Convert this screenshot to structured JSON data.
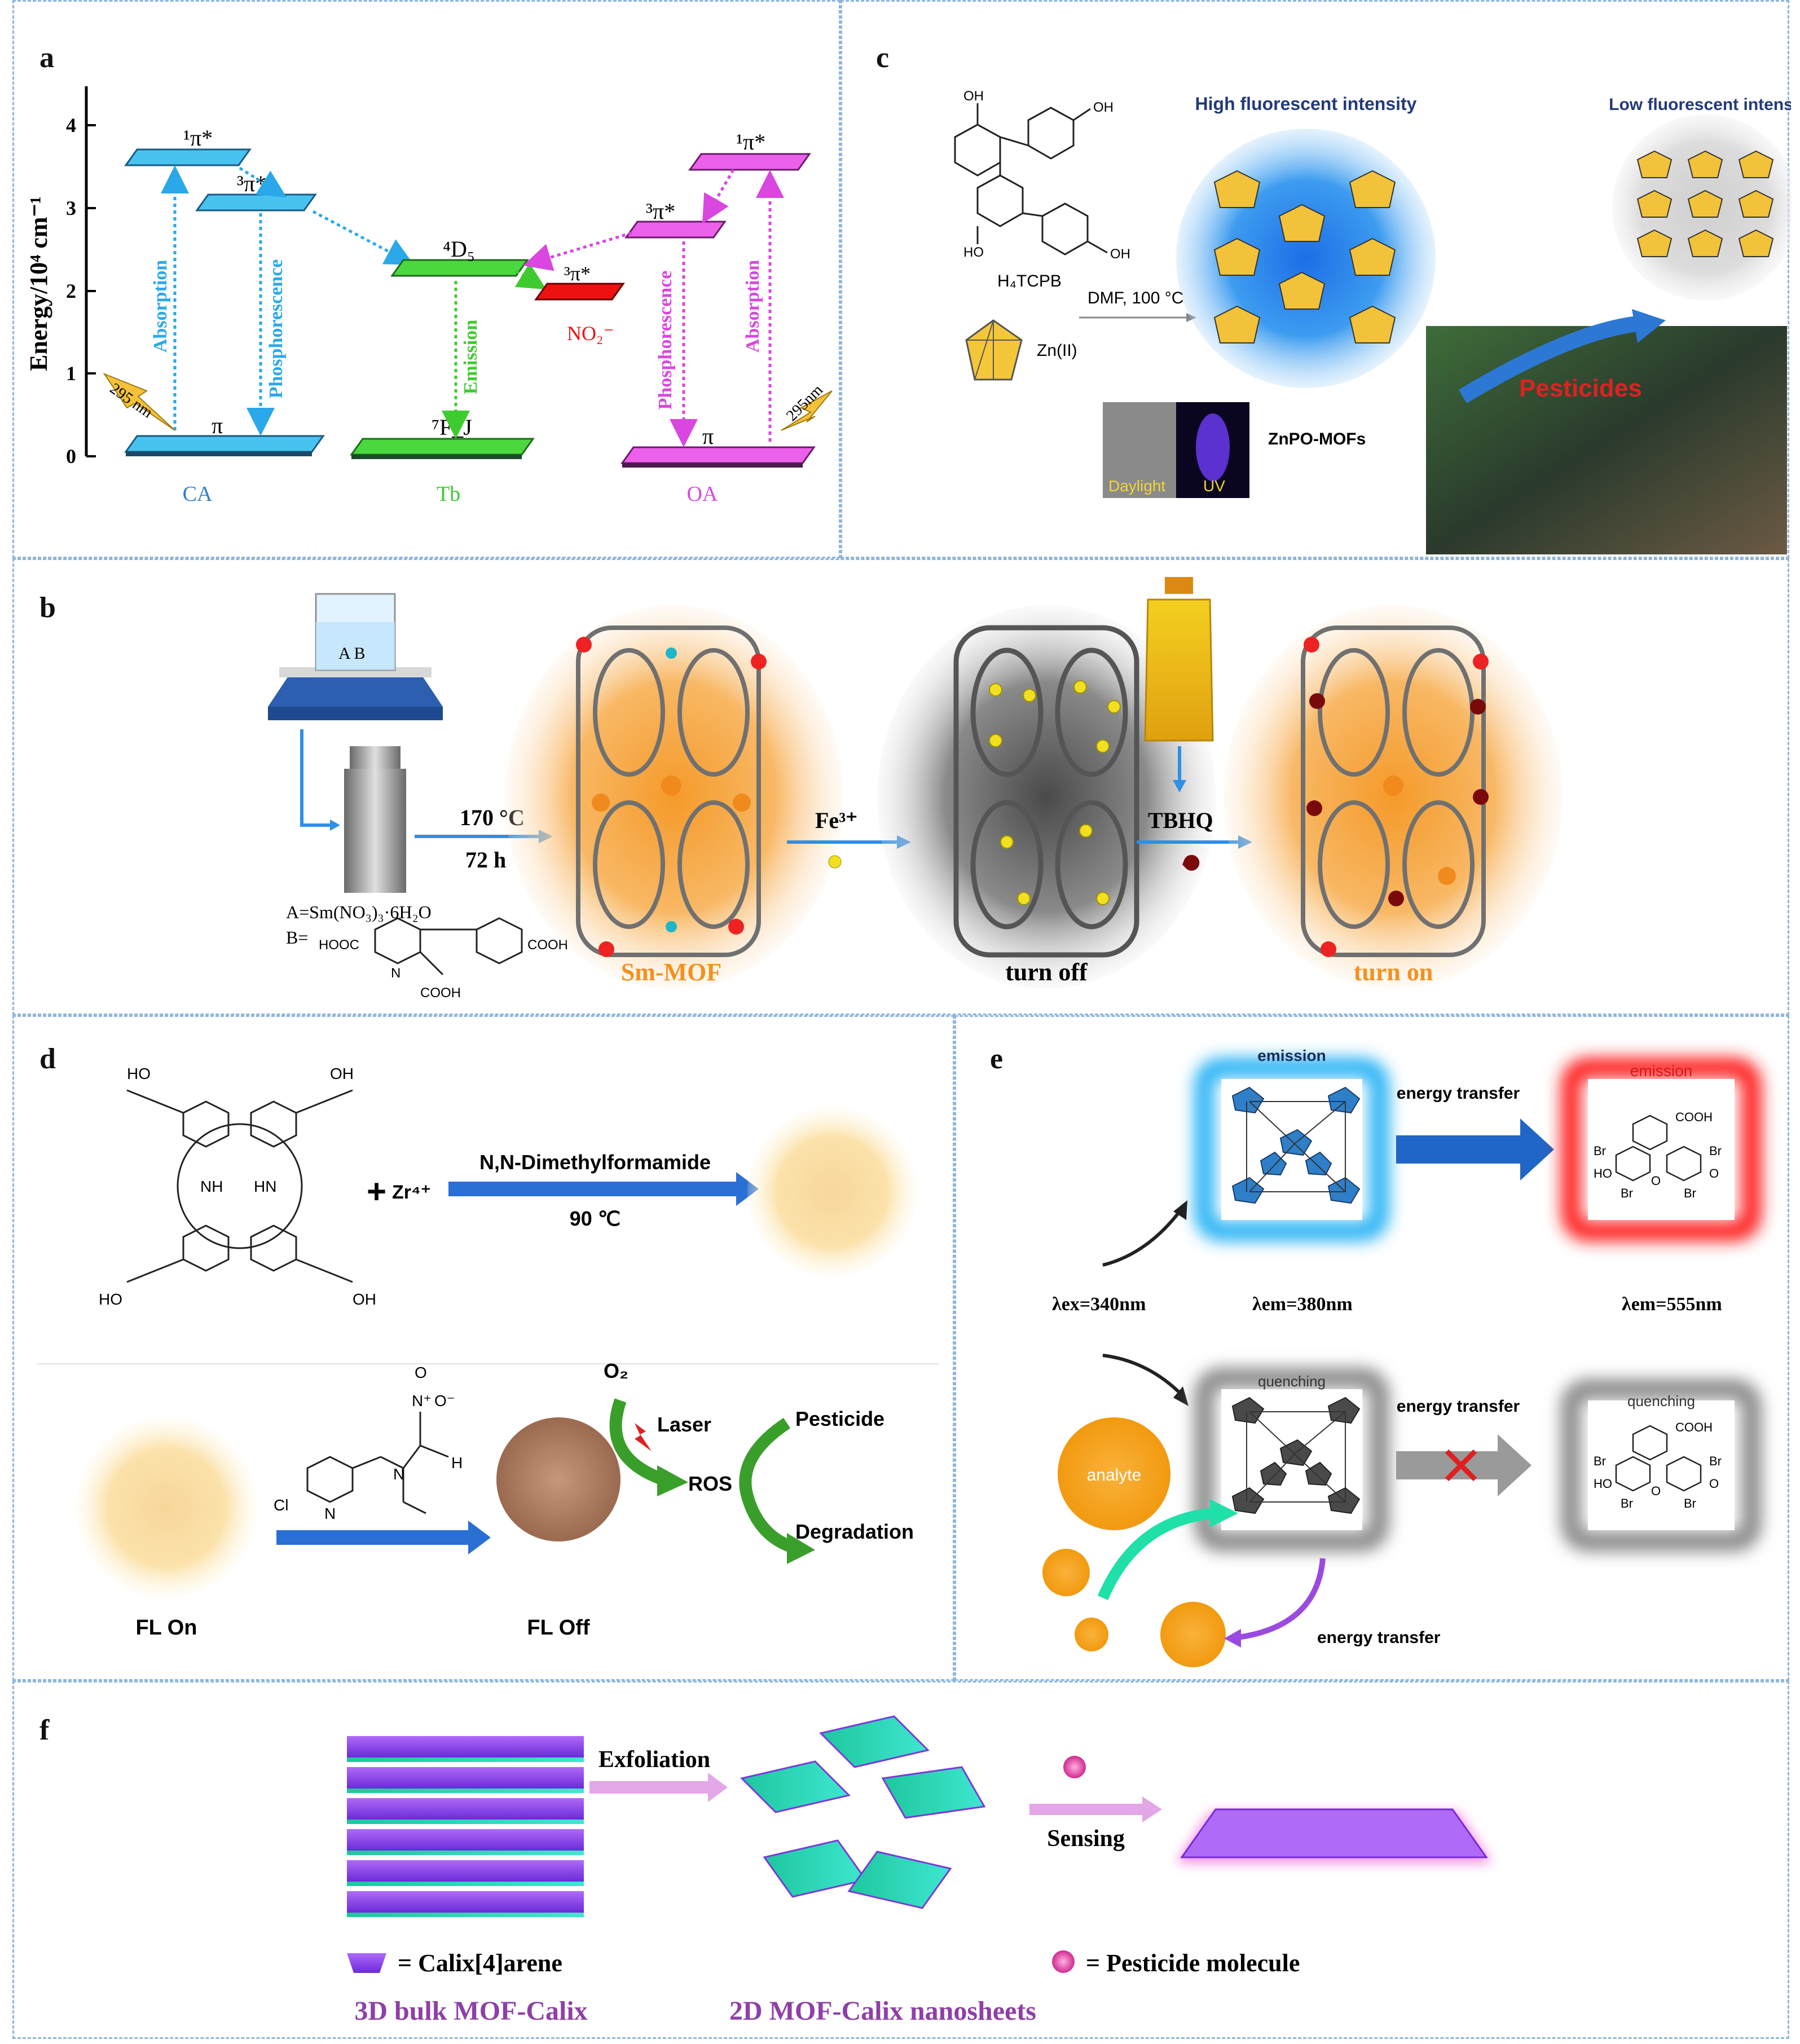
{
  "panels": {
    "a": {
      "label": "a",
      "y_axis_title": "Energy/10⁴ cm⁻¹",
      "y_ticks": [
        "0",
        "1",
        "2",
        "3",
        "4"
      ],
      "groups": [
        "CA",
        "Tb",
        "OA"
      ],
      "levels": {
        "ca_singlet": "¹π*",
        "ca_triplet": "³π*",
        "ca_ground": "π",
        "tb_excited": "⁴D₅",
        "tb_ground": "⁷F_J",
        "no2_triplet": "³π*",
        "no2": "NO₂⁻",
        "oa_singlet": "¹π*",
        "oa_triplet": "³π*",
        "oa_ground": "π"
      },
      "arrows": {
        "absorption": "Absorption",
        "phosphorescence": "Phosphorescence",
        "emission": "Emission"
      },
      "excitation": "295 nm",
      "excitation_oa": "295nm",
      "colors": {
        "ca": "#48c3f0",
        "tb": "#4bd83f",
        "oa": "#ec61ec",
        "no2": "#ee1111"
      }
    },
    "b": {
      "label": "b",
      "beaker_labels": "A  B",
      "step_temp": "170 °C",
      "step_time": "72 h",
      "reagent_a": "A=Sm(NO₃)₃·6H₂O",
      "reagent_b_prefix": "B=",
      "ligand_groups": [
        "HOOC",
        "N",
        "COOH",
        "COOH"
      ],
      "quencher": "Fe³⁺",
      "analyte": "TBHQ",
      "states": [
        "Sm-MOF",
        "turn off",
        "turn on"
      ],
      "colors": {
        "orange": "#f5901e",
        "arrow": "#2e8fe6"
      }
    },
    "c": {
      "label": "c",
      "linker": "H₄TCPB",
      "node": "Zn(II)",
      "linker_groups": [
        "OH",
        "OH",
        "HO",
        "OH"
      ],
      "condition": "DMF, 100 °C",
      "high_title": "High fluorescent intensity",
      "low_title": "Low fluorescent intensity",
      "product": "ZnPO-MOFs",
      "photo_labels": [
        "Daylight",
        "UV"
      ],
      "analyte": "Pesticides"
    },
    "d": {
      "label": "d",
      "porphyrin_groups": [
        "HO",
        "OH",
        "HO",
        "OH",
        "NH",
        "HN"
      ],
      "plus": "+",
      "metal": "Zr⁴⁺",
      "solvent": "N,N-Dimethylformamide",
      "temp": "90 ℃",
      "analyte_groups": [
        "O",
        "N⁺",
        "O⁻",
        "N",
        "H",
        "Cl",
        "N"
      ],
      "o2": "O₂",
      "laser": "Laser",
      "ros": "ROS",
      "pesticide": "Pesticide",
      "degradation": "Degradation",
      "states": [
        "FL  On",
        "FL  Off"
      ]
    },
    "e": {
      "label": "e",
      "top_left_box": "emission",
      "top_right_box": "emission",
      "bottom_left_box": "quenching",
      "bottom_right_box": "quenching",
      "energy_transfer": "energy transfer",
      "dye_groups": [
        "COOH",
        "Br",
        "Br",
        "HO",
        "O",
        "O",
        "Br",
        "Br"
      ],
      "lambda_ex": "λex=340nm",
      "lambda_em1": "λem=380nm",
      "lambda_em2": "λem=555nm",
      "analyte": "analyte",
      "colors": {
        "blue_glow": "#2ab4f5",
        "red_glow": "#ff2020",
        "gray_glow": "#8a8a8a",
        "analyte": "#f6a318"
      }
    },
    "f": {
      "label": "f",
      "exfoliation": "Exfoliation",
      "sensing": "Sensing",
      "legend_calix": "= Calix[4]arene",
      "legend_pesticide": "= Pesticide molecule",
      "caption_left": "3D bulk MOF-Calix",
      "caption_right": "2D MOF-Calix nanosheets",
      "colors": {
        "caption": "#8e3fa8",
        "calix": "#8a3ff0",
        "sheet": "#21d3b3"
      }
    }
  }
}
